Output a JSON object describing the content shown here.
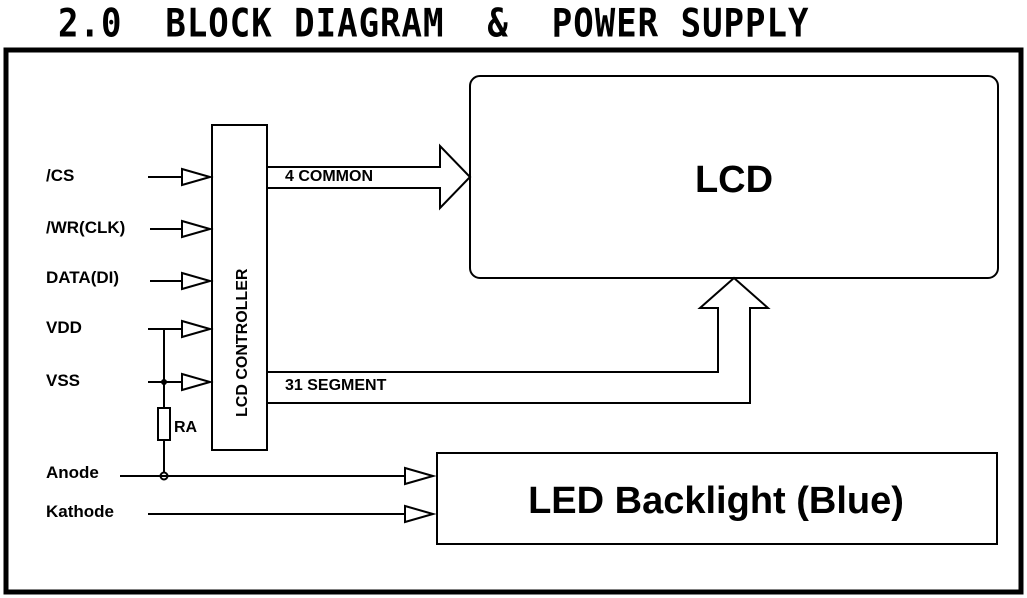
{
  "title": "2.0  BLOCK DIAGRAM  &  POWER SUPPLY",
  "signals": {
    "cs": "/CS",
    "wr": "/WR(CLK)",
    "data": "DATA(DI)",
    "vdd": "VDD",
    "vss": "VSS",
    "anode": "Anode",
    "kathode": "Kathode"
  },
  "controller": {
    "label": "LCD CONTROLLER"
  },
  "resistor": {
    "label": "RA"
  },
  "buses": {
    "common": "4 COMMON",
    "segment": "31 SEGMENT"
  },
  "lcd": {
    "label": "LCD"
  },
  "backlight": {
    "label": "LED Backlight (Blue)"
  }
}
